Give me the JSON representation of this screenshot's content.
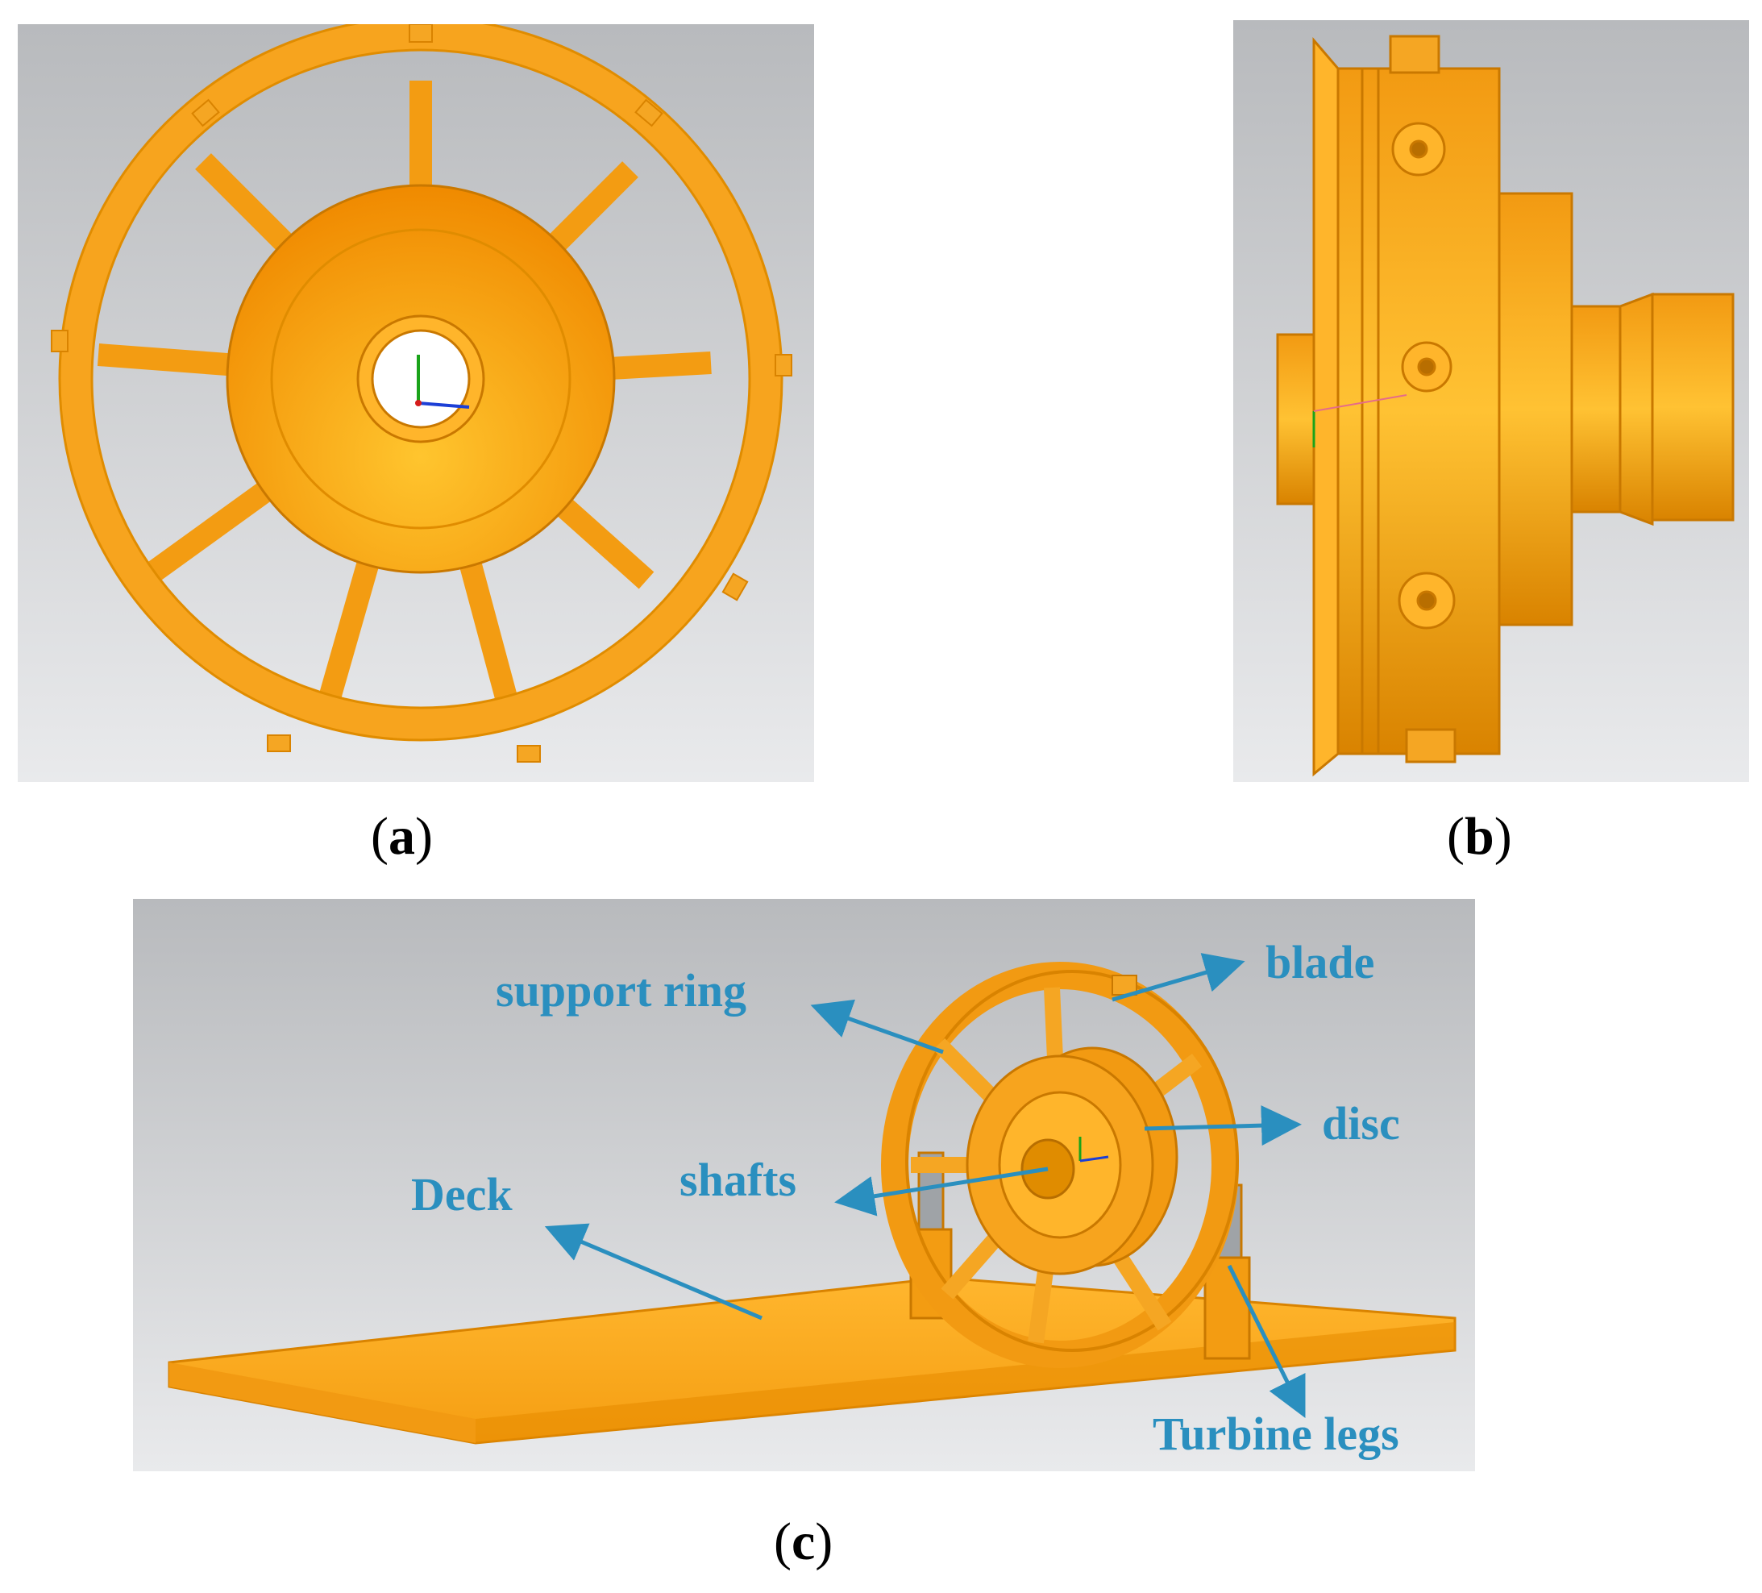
{
  "panels": {
    "a": {
      "caption_letter": "a"
    },
    "b": {
      "caption_letter": "b"
    },
    "c": {
      "caption_letter": "c"
    }
  },
  "labels": {
    "support_ring": "support ring",
    "blade": "blade",
    "disc": "disc",
    "shafts": "shafts",
    "deck": "Deck",
    "turbine_legs": "Turbine legs"
  },
  "colors": {
    "part": "#f7a41e",
    "part_dark": "#d98300",
    "part_light": "#ffc233",
    "label": "#2a8fbf",
    "background": "#ffffff"
  }
}
